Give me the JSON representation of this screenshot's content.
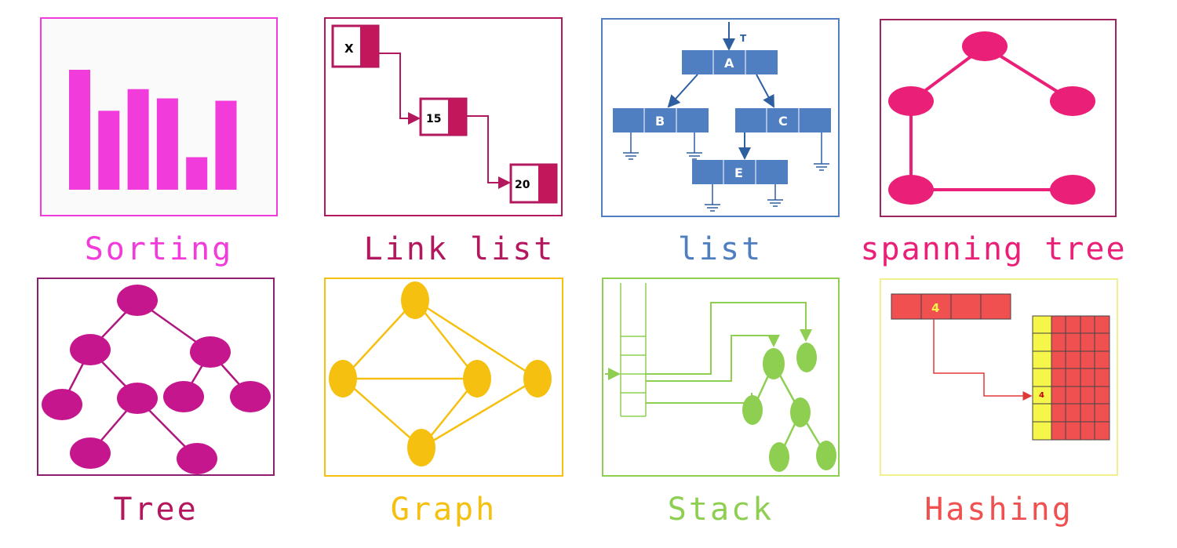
{
  "colors": {
    "sorting": "#f23bdb",
    "linklist": "#b3185e",
    "list": "#4f7fc0",
    "spanning": "#ea1f78",
    "tree": "#c6168e",
    "graph": "#f5c010",
    "stack": "#8ecf52",
    "hashing": "#f15050",
    "hashing_border": "#f2f08c",
    "hash_key": "#f5f54a"
  },
  "captions": {
    "sorting": "Sorting",
    "linklist": "Link list",
    "list": "list",
    "spanning": "spanning tree",
    "tree": "Tree",
    "graph": "Graph",
    "stack": "Stack",
    "hashing": "Hashing"
  },
  "sorting": {
    "bar_values": [
      155,
      102,
      130,
      118,
      42,
      115
    ]
  },
  "linklist": {
    "nodes": [
      "X",
      "15",
      "20"
    ]
  },
  "list": {
    "nodes": [
      "A",
      "B",
      "C",
      "E"
    ],
    "pointer_label": "T"
  },
  "hashing": {
    "key": "4",
    "slot": "4"
  }
}
